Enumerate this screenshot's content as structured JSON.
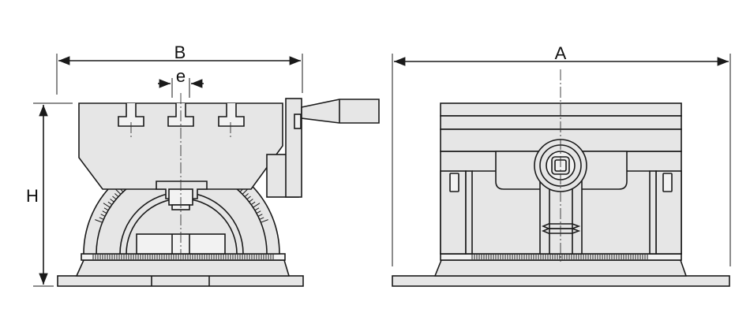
{
  "dimensions": {
    "A": "A",
    "B": "B",
    "e": "e",
    "H": "H"
  },
  "colors": {
    "part_fill": "#e6e6e6",
    "line": "#1a1a1a",
    "background": "#ffffff"
  }
}
